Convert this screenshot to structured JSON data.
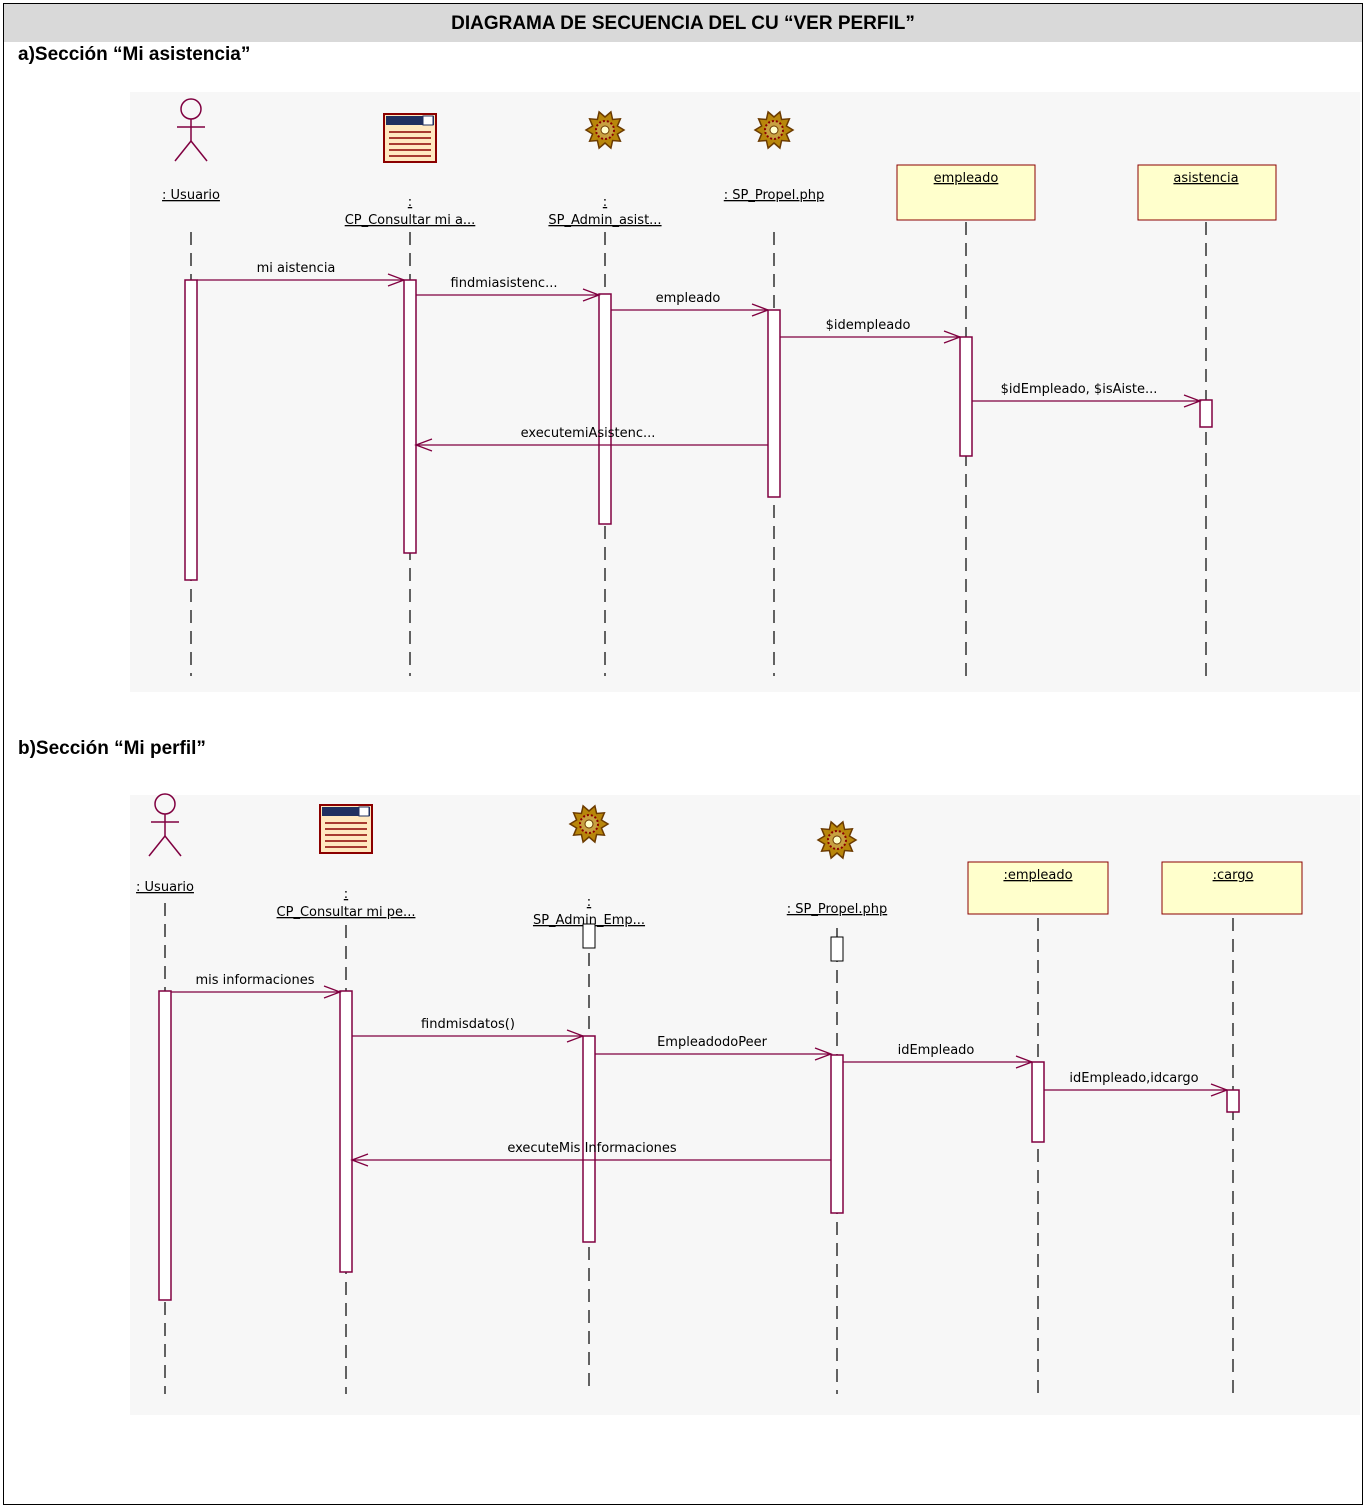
{
  "title": "DIAGRAMA DE SECUENCIA DEL CU “VER  PERFIL”",
  "colors": {
    "message": "#800040",
    "object_fill": "#ffffcc",
    "title_bg": "#d9d9d9",
    "canvas": "#f7f7f7"
  },
  "diagram_a": {
    "heading": "a)Sección “Mi asistencia”",
    "participants": [
      {
        "kind": "actor",
        "icon": "actor-stick-figure-icon",
        "label_top": "",
        "label": ": Usuario"
      },
      {
        "kind": "form",
        "icon": "form-window-icon",
        "label_top": ":",
        "label": "CP_Consultar mi a..."
      },
      {
        "kind": "control",
        "icon": "gear-icon",
        "label_top": ":",
        "label": "SP_Admin_asist..."
      },
      {
        "kind": "control",
        "icon": "gear-icon",
        "label_top": "",
        "label": ": SP_Propel.php"
      },
      {
        "kind": "entity",
        "icon": "",
        "label_top": "",
        "label": "empleado"
      },
      {
        "kind": "entity",
        "icon": "",
        "label_top": "",
        "label": "asistencia"
      }
    ],
    "messages": [
      {
        "from": 0,
        "to": 1,
        "label": "mi aistencia"
      },
      {
        "from": 1,
        "to": 2,
        "label": "findmiasistenc..."
      },
      {
        "from": 2,
        "to": 3,
        "label": "empleado"
      },
      {
        "from": 3,
        "to": 4,
        "label": "$idempleado"
      },
      {
        "from": 4,
        "to": 5,
        "label": "$idEmpleado, $isAiste..."
      },
      {
        "from": 3,
        "to": 1,
        "label": "executemiAsistenc..."
      }
    ]
  },
  "diagram_b": {
    "heading": "b)Sección “Mi perfil”",
    "participants": [
      {
        "kind": "actor",
        "icon": "actor-stick-figure-icon",
        "label_top": "",
        "label": ": Usuario"
      },
      {
        "kind": "form",
        "icon": "form-window-icon",
        "label_top": ":",
        "label": "CP_Consultar mi pe..."
      },
      {
        "kind": "control",
        "icon": "gear-icon",
        "label_top": ":",
        "label": "SP_Admin_Emp..."
      },
      {
        "kind": "control",
        "icon": "gear-icon",
        "label_top": "",
        "label": ": SP_Propel.php"
      },
      {
        "kind": "entity",
        "icon": "",
        "label_top": "",
        "label": ":empleado"
      },
      {
        "kind": "entity",
        "icon": "",
        "label_top": "",
        "label": ":cargo"
      }
    ],
    "messages": [
      {
        "from": 0,
        "to": 1,
        "label": "mis informaciones"
      },
      {
        "from": 1,
        "to": 2,
        "label": "findmisdatos()"
      },
      {
        "from": 2,
        "to": 3,
        "label": "EmpleadodoPeer"
      },
      {
        "from": 3,
        "to": 4,
        "label": "idEmpleado"
      },
      {
        "from": 4,
        "to": 5,
        "label": "idEmpleado,idcargo"
      },
      {
        "from": 3,
        "to": 1,
        "label": "executeMis Informaciones"
      }
    ]
  }
}
